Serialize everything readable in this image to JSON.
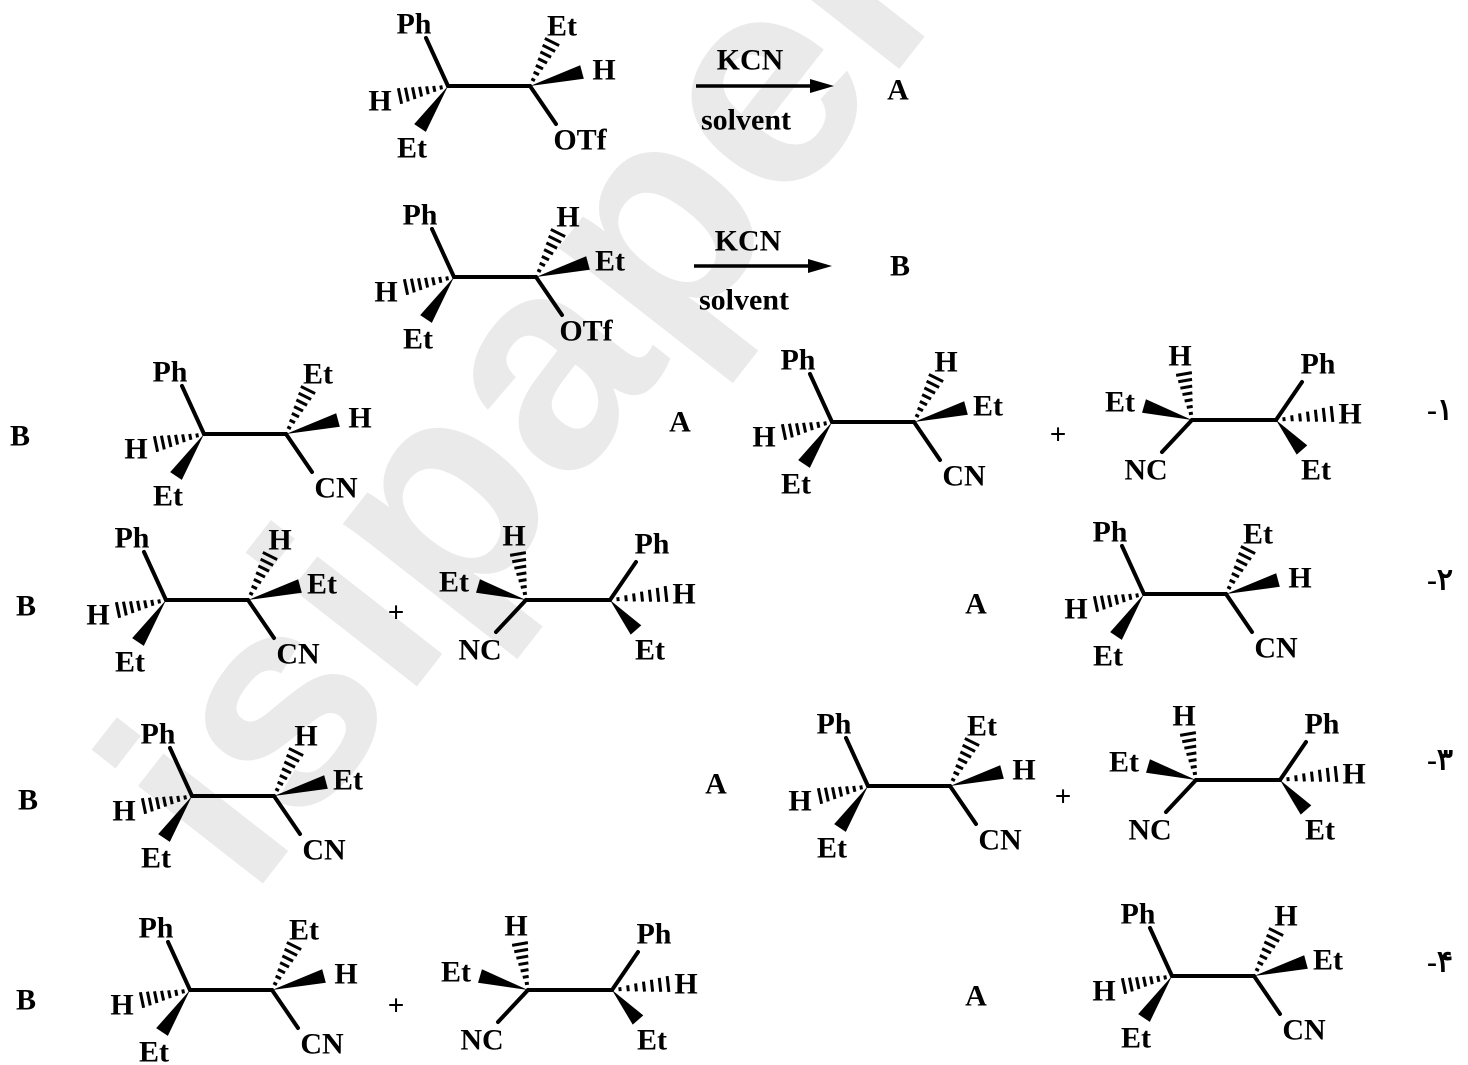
{
  "reactions": [
    {
      "reactant": {
        "left": {
          "top": "Ph",
          "hash": "H",
          "wedge": "Et"
        },
        "right": {
          "hash": "Et",
          "wedge": "H",
          "down": "OTf"
        }
      },
      "reagent": "KCN",
      "solvent": "solvent",
      "product": "A"
    },
    {
      "reactant": {
        "left": {
          "top": "Ph",
          "hash": "H",
          "wedge": "Et"
        },
        "right": {
          "hash": "H",
          "wedge": "Et",
          "down": "OTf"
        }
      },
      "reagent": "KCN",
      "solvent": "solvent",
      "product": "B"
    }
  ],
  "options": [
    {
      "number": "-۱",
      "first_label": "B",
      "first": [
        {
          "left": {
            "top": "Ph",
            "hash": "H",
            "wedge": "Et"
          },
          "right": {
            "hash": "Et",
            "wedge": "H",
            "down": "CN"
          }
        }
      ],
      "second_label": "A",
      "second": [
        {
          "left": {
            "top": "Ph",
            "hash": "H",
            "wedge": "Et"
          },
          "right": {
            "hash": "H",
            "wedge": "Et",
            "down": "CN"
          }
        },
        {
          "left": {
            "hash": "H",
            "wedge": "Et",
            "down": "NC"
          },
          "right": {
            "top": "Ph",
            "hash": "H",
            "wedge": "Et"
          }
        }
      ]
    },
    {
      "number": "-۲",
      "first_label": "B",
      "first": [
        {
          "left": {
            "top": "Ph",
            "hash": "H",
            "wedge": "Et"
          },
          "right": {
            "hash": "H",
            "wedge": "Et",
            "down": "CN"
          }
        },
        {
          "left": {
            "hash": "H",
            "wedge": "Et",
            "down": "NC"
          },
          "right": {
            "top": "Ph",
            "hash": "H",
            "wedge": "Et"
          }
        }
      ],
      "second_label": "A",
      "second": [
        {
          "left": {
            "top": "Ph",
            "hash": "H",
            "wedge": "Et"
          },
          "right": {
            "hash": "Et",
            "wedge": "H",
            "down": "CN"
          }
        }
      ]
    },
    {
      "number": "-۳",
      "first_label": "B",
      "first": [
        {
          "left": {
            "top": "Ph",
            "hash": "H",
            "wedge": "Et"
          },
          "right": {
            "hash": "H",
            "wedge": "Et",
            "down": "CN"
          }
        }
      ],
      "second_label": "A",
      "second": [
        {
          "left": {
            "top": "Ph",
            "hash": "H",
            "wedge": "Et"
          },
          "right": {
            "hash": "Et",
            "wedge": "H",
            "down": "CN"
          }
        },
        {
          "left": {
            "hash": "H",
            "wedge": "Et",
            "down": "NC"
          },
          "right": {
            "top": "Ph",
            "hash": "H",
            "wedge": "Et"
          }
        }
      ]
    },
    {
      "number": "-۴",
      "first_label": "B",
      "first": [
        {
          "left": {
            "top": "Ph",
            "hash": "H",
            "wedge": "Et"
          },
          "right": {
            "hash": "Et",
            "wedge": "H",
            "down": "CN"
          }
        },
        {
          "left": {
            "hash": "H",
            "wedge": "Et",
            "down": "NC"
          },
          "right": {
            "top": "Ph",
            "hash": "H",
            "wedge": "Et"
          }
        }
      ],
      "second_label": "A",
      "second": [
        {
          "left": {
            "top": "Ph",
            "hash": "H",
            "wedge": "Et"
          },
          "right": {
            "hash": "H",
            "wedge": "Et",
            "down": "CN"
          }
        }
      ]
    }
  ],
  "plus_sign": "+",
  "watermark": "isipaper"
}
